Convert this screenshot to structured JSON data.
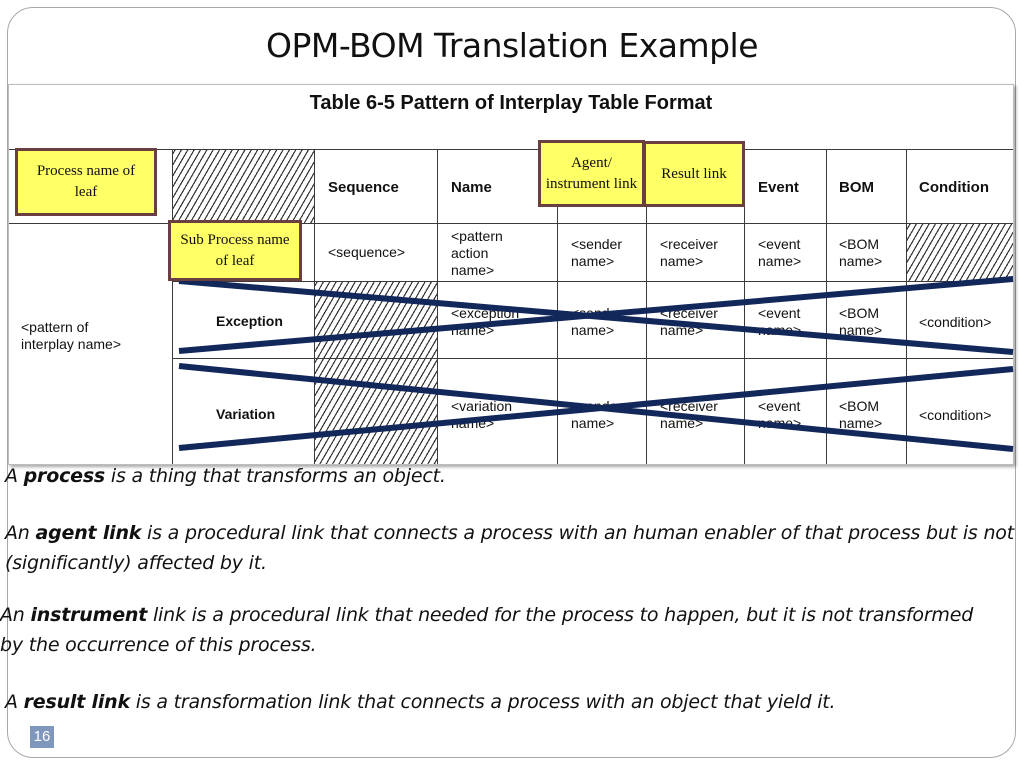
{
  "slide": {
    "title": "OPM-BOM Translation Example",
    "page_number": "16"
  },
  "table": {
    "caption": "Table 6-5 Pattern of Interplay Table Format",
    "headers": {
      "sequence": "Sequence",
      "name": "Name",
      "event": "Event",
      "bom": "BOM",
      "condition": "Condition"
    },
    "row_label_main": "<pattern of interplay name>",
    "sequence_row": {
      "sequence": "<sequence>",
      "name": "<pattern action name>",
      "sender": "<sender name>",
      "receiver": "<receiver name>",
      "event": "<event name>",
      "bom": "<BOM name>"
    },
    "exception_row": {
      "label": "Exception",
      "name": "<exception name>",
      "sender": "<sender name>",
      "receiver": "<receiver name>",
      "event": "<event name>",
      "bom": "<BOM name>",
      "condition": "<condition>"
    },
    "variation_row": {
      "label": "Variation",
      "name": "<variation name>",
      "sender": "<sender name>",
      "receiver": "<receiver name>",
      "event": "<event name>",
      "bom": "<BOM name>",
      "condition": "<condition>"
    }
  },
  "notes": {
    "process_name_of_leaf": "Process name of leaf",
    "sub_process_name_of_leaf": "Sub Process name of leaf",
    "agent_instrument_link": "Agent/ instrument link",
    "result_link": "Result link"
  },
  "definitions": [
    {
      "pre": "A ",
      "term": "process",
      "post": " is a thing that transforms an object."
    },
    {
      "pre": "An ",
      "term": "agent link",
      "post": " is a procedural link that connects a process with an human enabler of that process but is not (significantly) affected by it."
    },
    {
      "pre": "An ",
      "term": "instrument",
      "post": " link is a procedural link that needed for the process to happen, but it is not transformed by the occurrence of this process."
    },
    {
      "pre": "A ",
      "term": "result link",
      "post": " is a transformation link that connects a process with an object that yield it."
    }
  ],
  "colors": {
    "note_fill": "#ffff66",
    "note_border": "#6b3f3f",
    "cross_line": "#12275a",
    "page_badge": "#7f96bd"
  }
}
